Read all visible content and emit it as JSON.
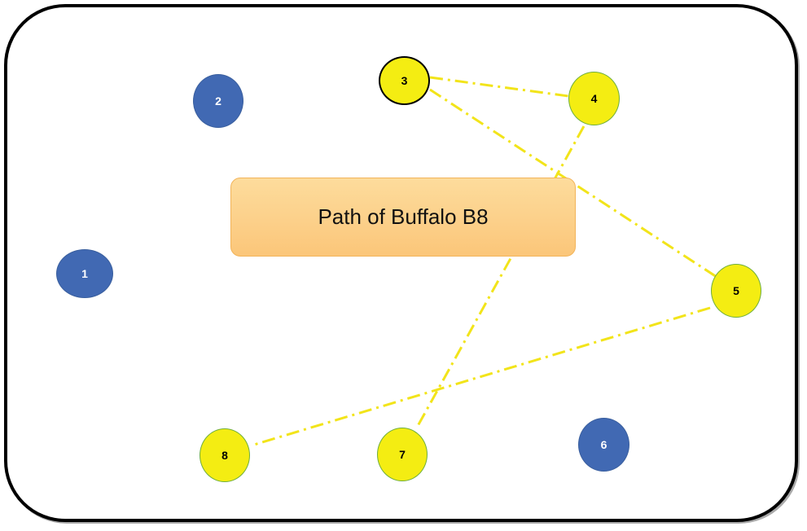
{
  "title": "Path of Buffalo B8",
  "colors": {
    "visited_node": "#f4ed12",
    "unvisited_node": "#4169b3",
    "path_line": "#f2e41a",
    "title_box": "#fcd08a"
  },
  "nodes": [
    {
      "id": "1",
      "label": "1",
      "visited": false
    },
    {
      "id": "2",
      "label": "2",
      "visited": false
    },
    {
      "id": "3",
      "label": "3",
      "visited": true
    },
    {
      "id": "4",
      "label": "4",
      "visited": true
    },
    {
      "id": "5",
      "label": "5",
      "visited": true
    },
    {
      "id": "6",
      "label": "6",
      "visited": false
    },
    {
      "id": "7",
      "label": "7",
      "visited": true
    },
    {
      "id": "8",
      "label": "8",
      "visited": true
    }
  ],
  "path_edges": [
    [
      "3",
      "4"
    ],
    [
      "3",
      "5"
    ],
    [
      "4",
      "7"
    ],
    [
      "5",
      "8"
    ]
  ]
}
